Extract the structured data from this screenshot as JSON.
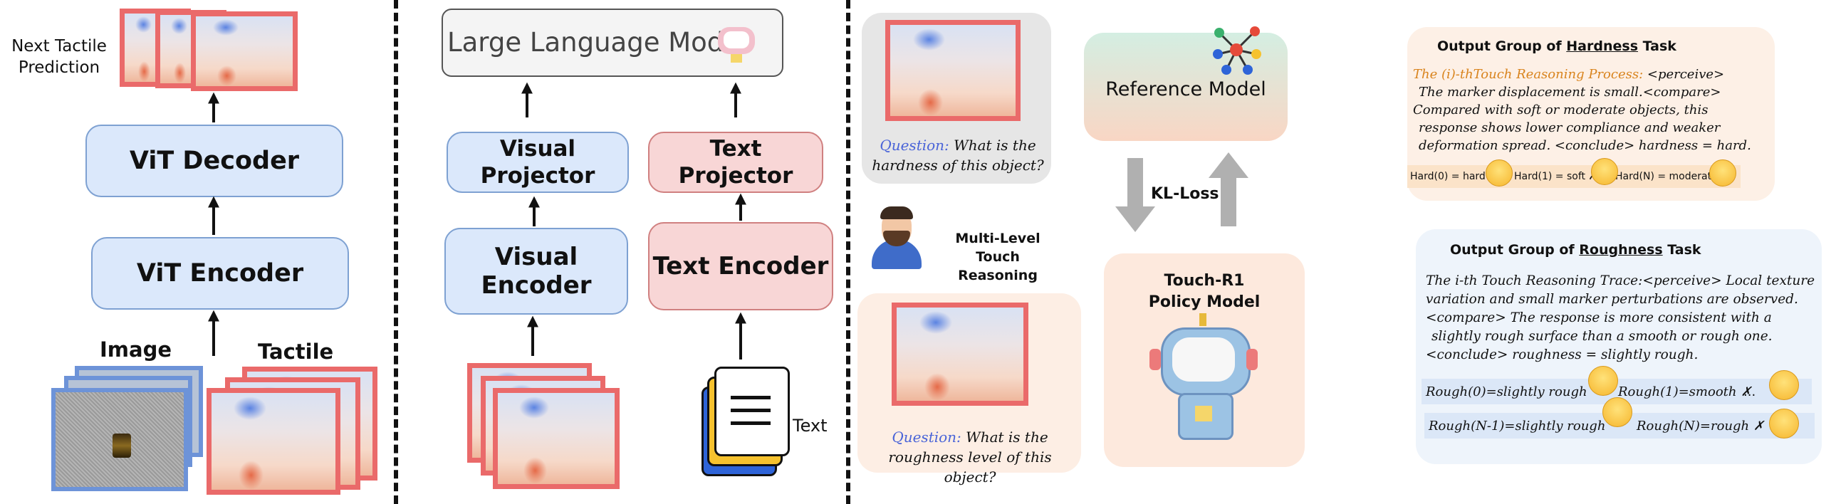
{
  "panel1": {
    "next_tactile": "Next Tactile\nPrediction",
    "vit_decoder": "ViT Decoder",
    "vit_encoder": "ViT Encoder",
    "image_label": "Image",
    "tactile_label": "Tactile"
  },
  "panel2": {
    "llm": "Large Language Model",
    "visual_projector": "Visual\nProjector",
    "text_projector": "Text\nProjector",
    "visual_encoder": "Visual Encoder",
    "text_encoder": "Text Encoder",
    "text_label": "Text"
  },
  "panel3": {
    "q1_prefix": "Question:",
    "q1_text": " What is the hardness of this object?",
    "multi_level": "Multi-Level\nTouch Reasoning",
    "q2_prefix": "Question:",
    "q2_text": " What is the roughness level of this object?",
    "reference_model": "Reference Model",
    "kl_loss": "KL-Loss",
    "policy_model": "Touch-R1\nPolicy Model"
  },
  "hardness": {
    "title_prefix": "Output Group of ",
    "title_key": "Hardness",
    "title_suffix": " Task",
    "process_label": "The (i)-thTouch Reasoning Process:",
    "line1": " <perceive>",
    "line2": "The marker displacement is small.<compare>",
    "line3": "Compared with soft or moderate objects, this",
    "line4": "response shows lower compliance and weaker",
    "line5": "deformation spread. <conclude> hardness = hard.",
    "out0": "Hard(0) = hard",
    "out1": "Hard(1) = soft ✗",
    "outN": "Hard(N) = moderate ✗"
  },
  "roughness": {
    "title_prefix": "Output Group of ",
    "title_key": "Roughness",
    "title_suffix": " Task",
    "line1": "The i-th Touch Reasoning Trace:<perceive> Local texture",
    "line2": "variation and small marker perturbations are observed.",
    "line3": "<compare> The response is more consistent with a",
    "line4": "slightly rough surface than a smooth or rough one.",
    "line5": "<conclude> roughness = slightly rough.",
    "out0": "Rough(0)=slightly rough",
    "out1": "Rough(1)=smooth ✗",
    "out_dots": "...",
    "outN1": "Rough(N-1)=slightly rough",
    "outN": "Rough(N)=rough ✗"
  },
  "colors": {
    "blue_box": "#dbe8fb",
    "red_box": "#f8d6d6",
    "tactile_border": "#ea6a6a",
    "question_blue": "#4a64d8",
    "process_orange": "#d9841e"
  }
}
